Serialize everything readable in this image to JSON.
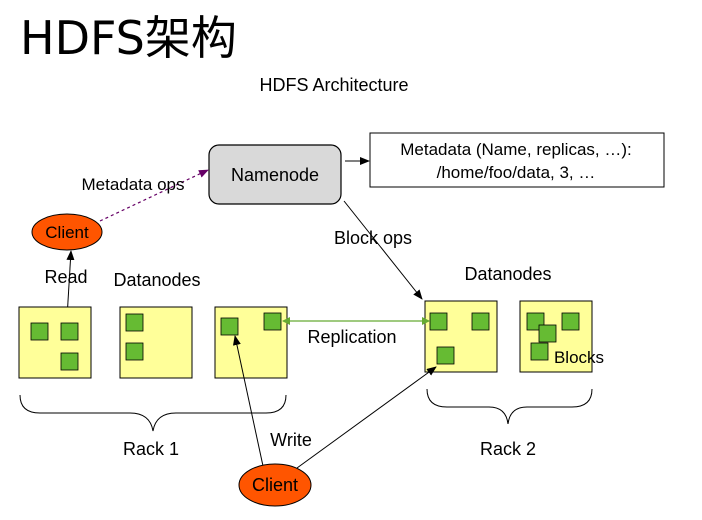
{
  "title": "HDFS架构",
  "diagram": {
    "subtitle": "HDFS Architecture",
    "namenode": "Namenode",
    "metadata_line1": "Metadata (Name, replicas, …):",
    "metadata_line2": "/home/foo/data, 3, …",
    "metadata_ops": "Metadata ops",
    "client_top": "Client",
    "client_bottom": "Client",
    "read": "Read",
    "write": "Write",
    "datanodes_left": "Datanodes",
    "datanodes_right": "Datanodes",
    "block_ops": "Block ops",
    "replication": "Replication",
    "blocks": "Blocks",
    "rack1": "Rack 1",
    "rack2": "Rack 2"
  },
  "colors": {
    "datanode_fill": "#ffff99",
    "block_fill": "#66bb33",
    "client_fill": "#ff5500",
    "namenode_fill": "#d9d9d9",
    "metadata_arrow": "#660066",
    "replication_arrow": "#66aa33"
  }
}
